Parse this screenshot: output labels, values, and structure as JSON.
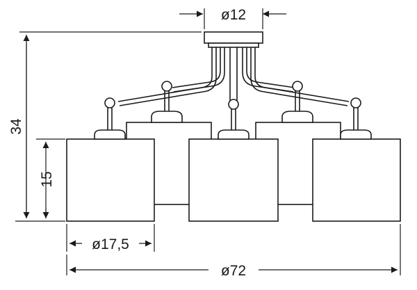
{
  "dimensions": {
    "top_diameter": "ø12",
    "total_height": "34",
    "shade_height": "15",
    "shade_diameter": "ø17,5",
    "total_diameter": "ø72"
  }
}
